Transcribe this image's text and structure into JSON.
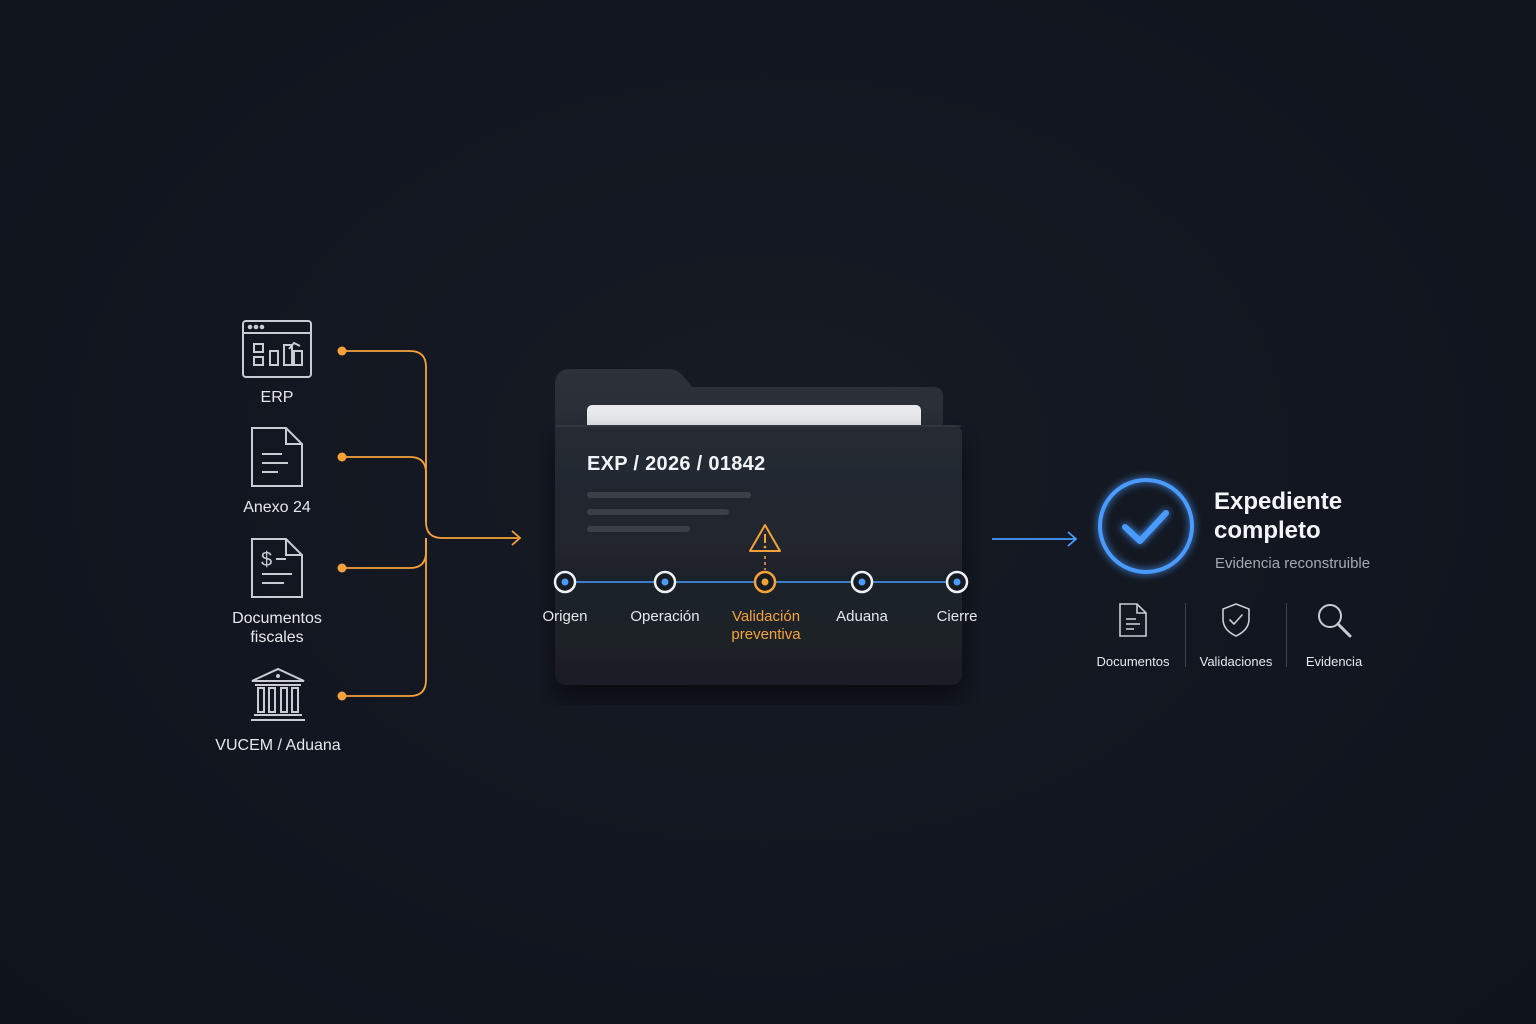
{
  "sources": [
    {
      "label": "ERP",
      "icon": "erp-window-icon"
    },
    {
      "label": "Anexo 24",
      "icon": "document-icon"
    },
    {
      "label": "Documentos fiscales",
      "icon": "fiscal-document-icon"
    },
    {
      "label": "VUCEM / Aduana",
      "icon": "customs-building-icon"
    }
  ],
  "expediente": {
    "code": "EXP / 2026 / 01842",
    "steps": [
      {
        "label": "Origen",
        "status": "done"
      },
      {
        "label": "Operación",
        "status": "done"
      },
      {
        "label": "Validación preventiva",
        "status": "warning"
      },
      {
        "label": "Aduana",
        "status": "done"
      },
      {
        "label": "Cierre",
        "status": "done"
      }
    ],
    "warning_icon": "warning-triangle-icon"
  },
  "result": {
    "title": "Expediente completo",
    "subtitle": "Evidencia reconstruible",
    "icon": "check-circle-icon",
    "items": [
      {
        "label": "Documentos",
        "icon": "document-icon"
      },
      {
        "label": "Validaciones",
        "icon": "shield-check-icon"
      },
      {
        "label": "Evidencia",
        "icon": "magnifier-icon"
      }
    ]
  },
  "colors": {
    "background": "#121620",
    "accent_orange": "#f6a23b",
    "accent_blue": "#4a9bff",
    "text": "#e6e8ec",
    "muted": "#a4a9b2"
  }
}
